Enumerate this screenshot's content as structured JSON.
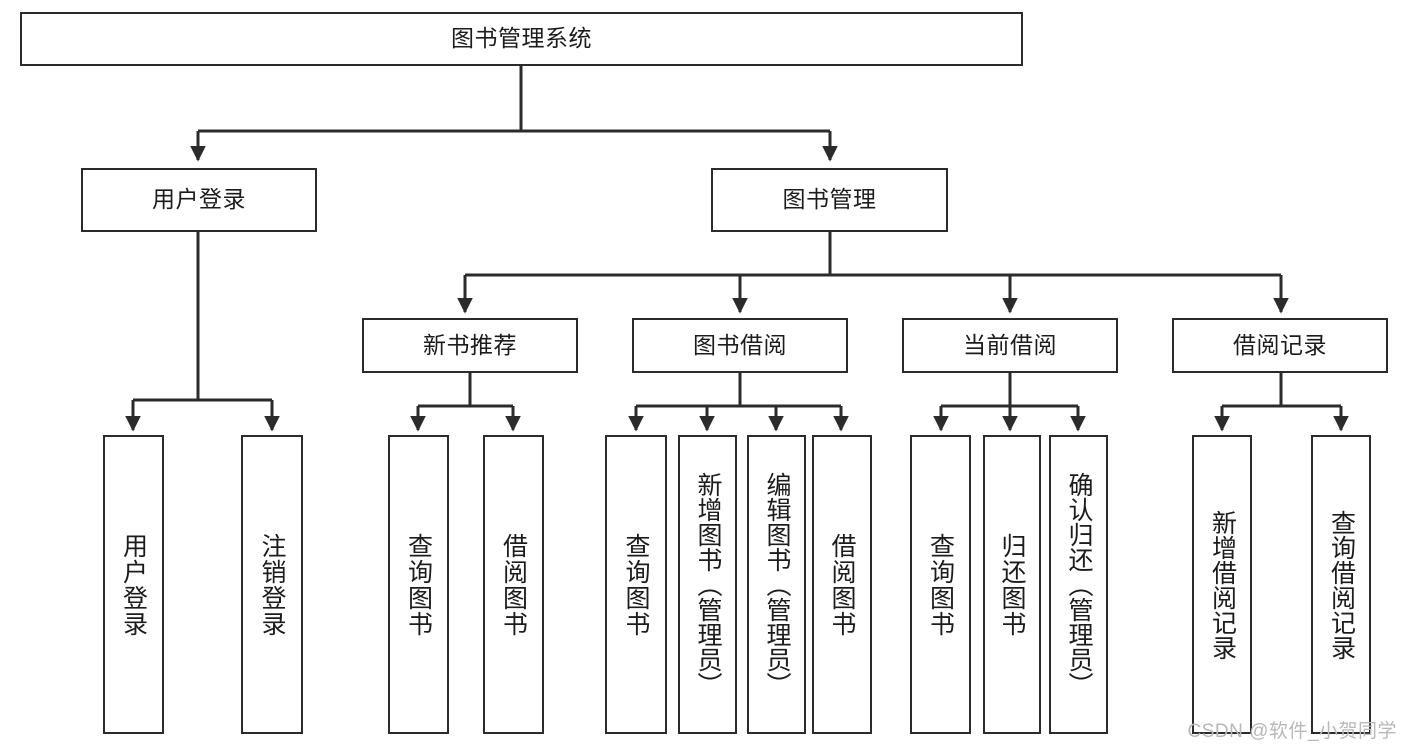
{
  "diagram": {
    "type": "tree-hierarchy-chart",
    "title": "图书管理系统",
    "stroke_color": "#2b2b2b",
    "fill_color": "#ffffff",
    "watermark": "CSDN @软件_小贺同学",
    "levels": {
      "root": {
        "label": "图书管理系统"
      },
      "level2": [
        {
          "label": "用户登录"
        },
        {
          "label": "图书管理"
        }
      ],
      "level3": [
        {
          "label": "新书推荐"
        },
        {
          "label": "图书借阅"
        },
        {
          "label": "当前借阅"
        },
        {
          "label": "借阅记录"
        }
      ],
      "leaves": {
        "user_login": [
          {
            "label": "用户登录"
          },
          {
            "label": "注销登录"
          }
        ],
        "new_book_recommend": [
          {
            "label": "查询图书"
          },
          {
            "label": "借阅图书"
          }
        ],
        "book_borrow": [
          {
            "label": "查询图书"
          },
          {
            "label": "新增图书（管理员）"
          },
          {
            "label": "编辑图书（管理员）"
          },
          {
            "label": "借阅图书"
          }
        ],
        "current_borrow": [
          {
            "label": "查询图书"
          },
          {
            "label": "归还图书"
          },
          {
            "label": "确认归还（管理员）"
          }
        ],
        "borrow_record": [
          {
            "label": "新增借阅记录"
          },
          {
            "label": "查询借阅记录"
          }
        ]
      }
    }
  }
}
